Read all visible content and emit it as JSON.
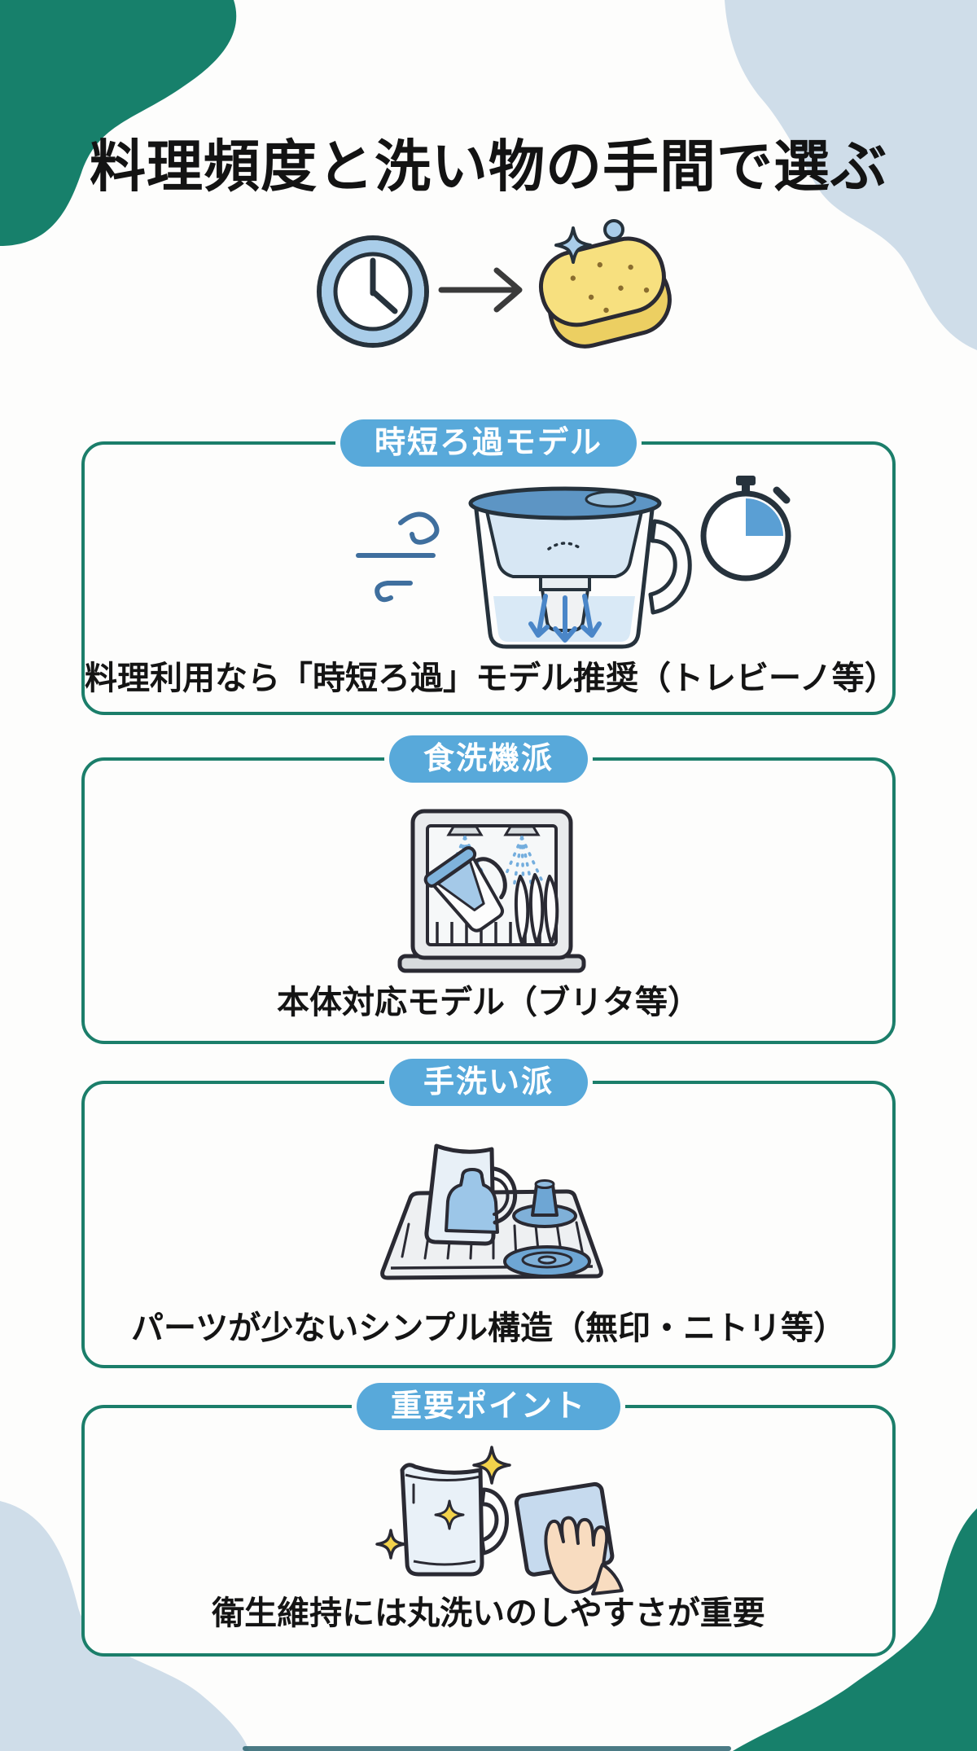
{
  "header": {
    "title": "料理頻度と洗い物の手間で選ぶ",
    "icons": [
      "clock-icon",
      "arrow-right-icon",
      "sponge-icon"
    ]
  },
  "sections": [
    {
      "badge": "時短ろ過モデル",
      "icon": "filter-pitcher-speed-icon",
      "caption": "料理利用なら「時短ろ過」モデル推奨（トレビーノ等）"
    },
    {
      "badge": "食洗機派",
      "icon": "dishwasher-icon",
      "caption": "本体対応モデル（ブリタ等）"
    },
    {
      "badge": "手洗い派",
      "icon": "dish-rack-icon",
      "caption": "パーツが少ないシンプル構造（無印・ニトリ等）"
    },
    {
      "badge": "重要ポイント",
      "icon": "sparkling-pitcher-wipe-icon",
      "caption": "衛生維持には丸洗いのしやすさが重要"
    }
  ],
  "colors": {
    "card_border_teal": "#1b7e6a",
    "badge_blue": "#58a9da",
    "blob_green": "#17806b",
    "blob_light_blue": "#cfdde9",
    "icon_light_blue": "#a9cde9",
    "icon_mid_blue": "#5d95c4",
    "sponge_yellow": "#f7e07f",
    "sparkle_yellow": "#f2d24b",
    "outline_dark": "#26323c",
    "text_black": "#131313"
  }
}
